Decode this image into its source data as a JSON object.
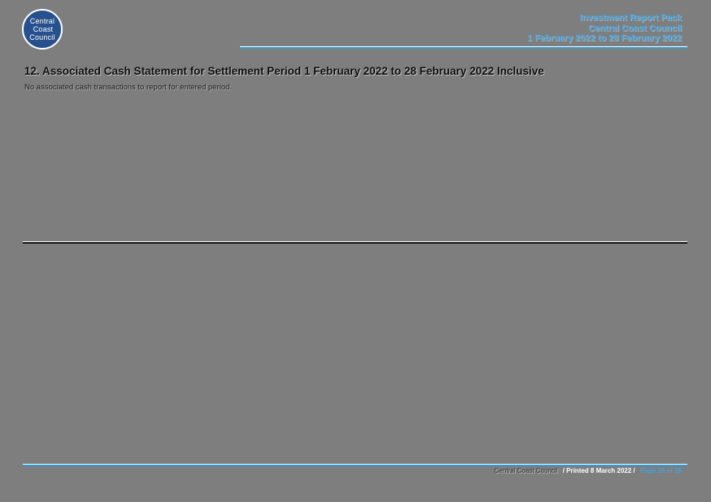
{
  "page": {
    "background": "#7e7e7e",
    "accent_blue": "#2f9ad2",
    "logo_blue": "#27518e"
  },
  "logo": {
    "lines": [
      "Central",
      "Coast",
      "Council"
    ]
  },
  "report_header": {
    "line1": "Investment Report Pack",
    "line2": "Central Coast Council",
    "line3": "1 February 2022 to 28 February 2022"
  },
  "main": {
    "section_title": "12. Associated Cash Statement for Settlement Period 1 February 2022 to 28 February 2022 Inclusive",
    "body_text": "No associated cash transactions to report for entered period."
  },
  "footer": {
    "org": "Central Coast Council",
    "printed": "/ Printed 8 March 2022 /",
    "page_info": "Page 28 of 29"
  }
}
